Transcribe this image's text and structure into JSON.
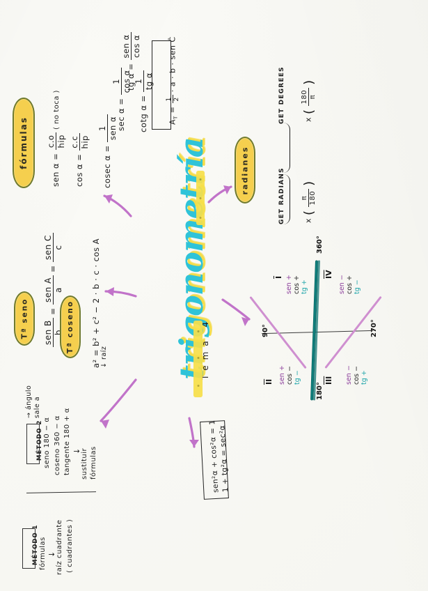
{
  "document": {
    "title": "trigonometría",
    "subtitle": "Tema 4",
    "language": "es"
  },
  "formulas_branch": {
    "bubble_label": "fórmulas",
    "items": [
      {
        "name": "sen",
        "left": "sen α",
        "num": "c.o",
        "den": "hip",
        "note": "( no toca )"
      },
      {
        "name": "cos",
        "left": "cos α",
        "num": "c.c",
        "den": "hip",
        "note": ""
      },
      {
        "name": "tg",
        "left": "tg α",
        "num": "sen α",
        "den": "cos α",
        "note": ""
      },
      {
        "name": "cosec",
        "left": "cosec α",
        "num": "1",
        "den": "sen α",
        "note": ""
      },
      {
        "name": "sec",
        "left": "sec α",
        "num": "1",
        "den": "cos α",
        "note": ""
      },
      {
        "name": "cotg",
        "left": "cotg α",
        "num": "1",
        "den": "tg α",
        "note": ""
      }
    ]
  },
  "area_box": {
    "text": "A T = 1/2 · a · b · sen Ĉ",
    "label": "A",
    "sub": "T",
    "eq": "=",
    "frac_num": "1",
    "frac_den": "2",
    "rest": "· a · b · sen Ĉ"
  },
  "radians_branch": {
    "bubble_label": "radianes",
    "conversions": [
      {
        "label": "GET DEGREES",
        "operator": "x",
        "num": "180",
        "den": "π"
      },
      {
        "label": "GET RADIANS",
        "operator": "x",
        "num": "π",
        "den": "180"
      }
    ]
  },
  "sine_law": {
    "bubble_label": "Tª seno",
    "formula": "sen B / b = sen A / a = sen C / c",
    "terms": [
      {
        "num": "sen B",
        "den": "b"
      },
      {
        "num": "sen A",
        "den": "a"
      },
      {
        "num": "sen C",
        "den": "c"
      }
    ],
    "eq": "="
  },
  "cosine_law": {
    "bubble_label": "Tª coseno",
    "formula": "a² = b² + c² − 2 · b · c · cos A",
    "note": "raíz",
    "note_arrow": "↓"
  },
  "identities_box": {
    "lines": [
      "sen²α + cos²α = 1",
      "1 + tg²α = sec²α"
    ]
  },
  "method_2": {
    "box_label": "MÉTODO 2",
    "arrow_note": "ángulo",
    "arrow_note2": "sale a",
    "lines": [
      "seno 180 − α",
      "coseno 360 − α",
      "tangente 180 + α"
    ],
    "down_arrow": "↓",
    "result_lines": [
      "sustituir",
      "fórmulas"
    ]
  },
  "method_1": {
    "box_label": "MÉTODO 1",
    "lines": [
      "fórmulas"
    ],
    "down_arrow": "↓",
    "result_lines": [
      "raíz  cuadrante",
      "( cuadrantes )"
    ]
  },
  "quadrant_diagram": {
    "angles": {
      "top": "360°",
      "left": "90°",
      "right": "270°",
      "bottom": "180°"
    },
    "quadrants": [
      {
        "roman": "I",
        "signs": [
          {
            "fn": "sen",
            "sign": "+"
          },
          {
            "fn": "cos",
            "sign": "+"
          },
          {
            "fn": "tg",
            "sign": "+"
          }
        ]
      },
      {
        "roman": "IV",
        "signs": [
          {
            "fn": "sen",
            "sign": "−"
          },
          {
            "fn": "cos",
            "sign": "+"
          },
          {
            "fn": "tg",
            "sign": "−"
          }
        ]
      },
      {
        "roman": "II",
        "signs": [
          {
            "fn": "sen",
            "sign": "+"
          },
          {
            "fn": "cos",
            "sign": "−"
          },
          {
            "fn": "tg",
            "sign": "−"
          }
        ]
      },
      {
        "roman": "III",
        "signs": [
          {
            "fn": "sen",
            "sign": "−"
          },
          {
            "fn": "cos",
            "sign": "−"
          },
          {
            "fn": "tg",
            "sign": "+"
          }
        ]
      }
    ],
    "colors": {
      "sen": "#8b3d9b",
      "cos": "#242424",
      "tg": "#19a3a8",
      "diagonal": "#cf8fd0",
      "vertical": "#0f7d7a"
    }
  },
  "colors": {
    "title_cyan": "#2fc3d8",
    "title_yellow": "#f3dc4a",
    "highlighter": "#f5cf4e",
    "bubble_outline": "#6f7a2e",
    "arrow_pink": "#c173c9",
    "ink": "#1c1c1c"
  }
}
